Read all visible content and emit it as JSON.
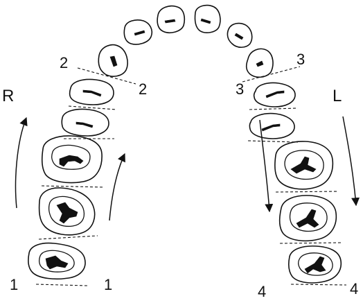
{
  "labels": {
    "right_side": "R",
    "left_side": "L",
    "r_top_1": "2",
    "r_top_2": "2",
    "l_top_1": "3",
    "l_top_2": "3",
    "r_bottom_1": "1",
    "r_bottom_2": "1",
    "l_bottom_1": "4",
    "l_bottom_2": "4"
  },
  "teeth_count": 16
}
